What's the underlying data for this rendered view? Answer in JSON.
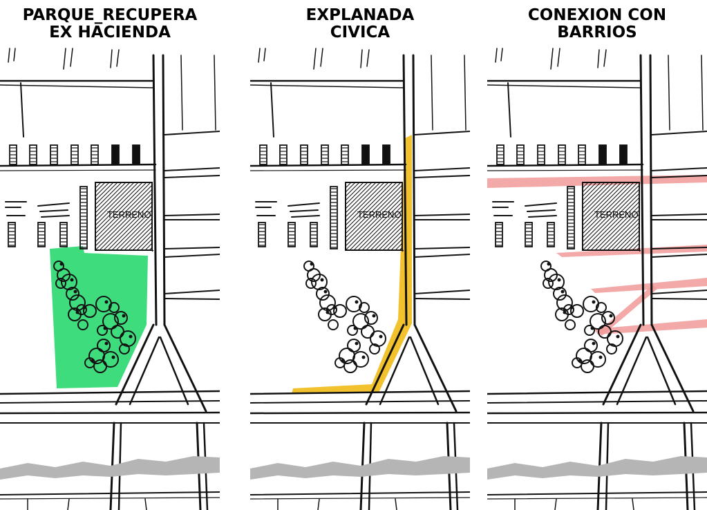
{
  "panels": [
    {
      "title_line1": "PARQUE_RECUPERA",
      "title_line2": "EX HACIENDA",
      "terrain_label": "TERRENO",
      "highlight": "green-park",
      "highlight_color": "#3fdc7e"
    },
    {
      "title_line1": "EXPLANADA",
      "title_line2": "CIVICA",
      "terrain_label": "TERRENO",
      "highlight": "yellow-edge",
      "highlight_color": "#f1c22e"
    },
    {
      "title_line1": "CONEXION CON",
      "title_line2": "BARRIOS",
      "terrain_label": "TERRENO",
      "highlight": "pink-connections",
      "highlight_color": "#f29a9a"
    }
  ]
}
